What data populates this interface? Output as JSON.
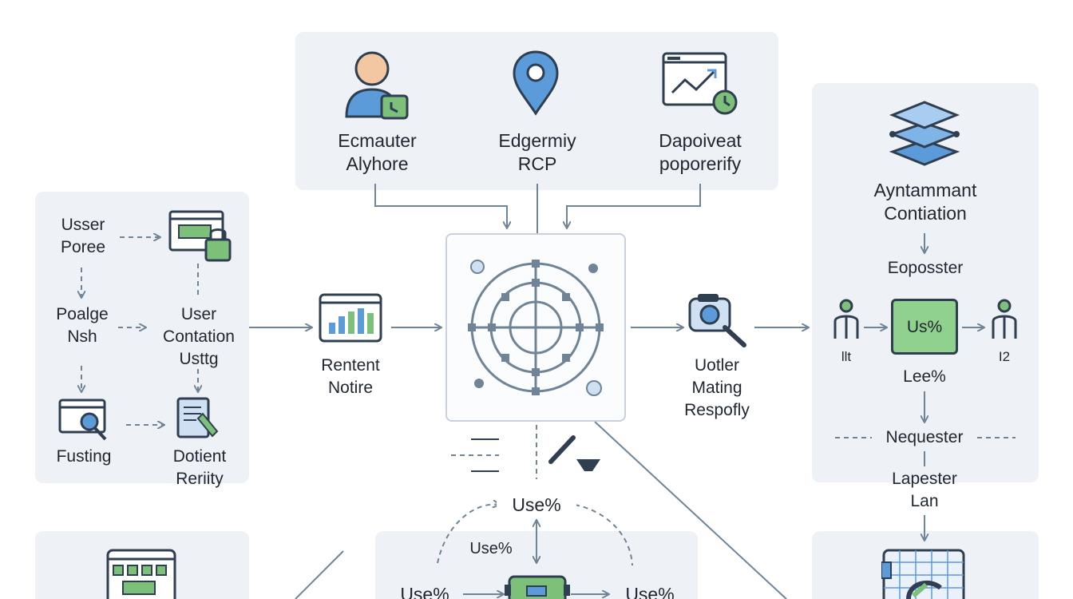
{
  "top_panel": {
    "items": [
      {
        "line1": "Ecmauter",
        "line2": "Alyhore",
        "icon": "user-clock-icon"
      },
      {
        "line1": "Edgermiy",
        "line2": "RCP",
        "icon": "location-pin-icon"
      },
      {
        "line1": "Dapoiveat",
        "line2": "poporerify",
        "icon": "analytics-window-icon"
      }
    ]
  },
  "left_panel": {
    "user_poree": {
      "line1": "Usser",
      "line2": "Poree"
    },
    "poalge_nsh": {
      "line1": "Poalge",
      "line2": "Nsh"
    },
    "user_contation": {
      "line1": "User",
      "line2": "Contation",
      "line3": "Usttg"
    },
    "fusting": {
      "label": "Fusting"
    },
    "dotient_reriity": {
      "line1": "Dotient",
      "line2": "Reriity"
    }
  },
  "middle_row": {
    "rentent_notire": {
      "line1": "Rentent",
      "line2": "Notire"
    },
    "uotler": {
      "line1": "Uotler",
      "line2": "Mating",
      "line3": "Respofly"
    }
  },
  "right_panel": {
    "title_line1": "Ayntammant",
    "title_line2": "Contiation",
    "eoposster": "Eoposster",
    "box_label": "Us%",
    "person_left": "llt",
    "person_right": "I2",
    "lee": "Lee%",
    "nequester": "Nequester",
    "lapester_line1": "Lapester",
    "lapester_line2": "Lan"
  },
  "bottom_center": {
    "top_label": "Use%",
    "mid_label": "Use%",
    "left_label": "Use%",
    "right_label": "Use%"
  },
  "colors": {
    "panel": "#eef2f6",
    "line": "#6f8496",
    "accent_blue": "#4a88cf",
    "accent_green": "#6cbf6a",
    "dark": "#2f3e50"
  }
}
